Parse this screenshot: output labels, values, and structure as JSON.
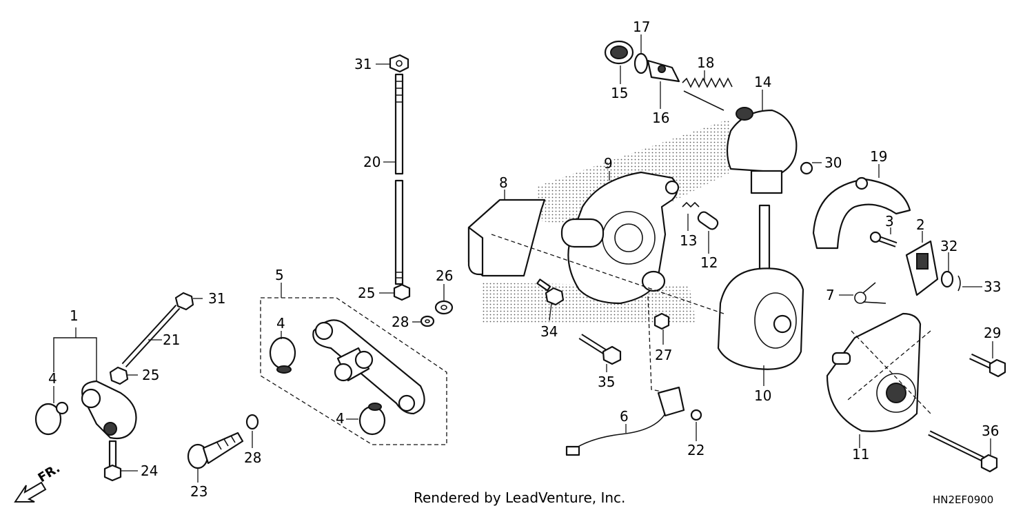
{
  "credit": "Rendered by LeadVenture, Inc.",
  "ref_code": "HN2EF0900",
  "direction_label": "FR.",
  "callouts": [
    "1",
    "2",
    "3",
    "4",
    "4",
    "4",
    "5",
    "6",
    "7",
    "8",
    "9",
    "10",
    "11",
    "12",
    "13",
    "14",
    "15",
    "16",
    "17",
    "18",
    "19",
    "20",
    "21",
    "22",
    "23",
    "24",
    "25",
    "25",
    "26",
    "27",
    "28",
    "28",
    "29",
    "30",
    "31",
    "31",
    "32",
    "33",
    "34",
    "35",
    "36"
  ]
}
